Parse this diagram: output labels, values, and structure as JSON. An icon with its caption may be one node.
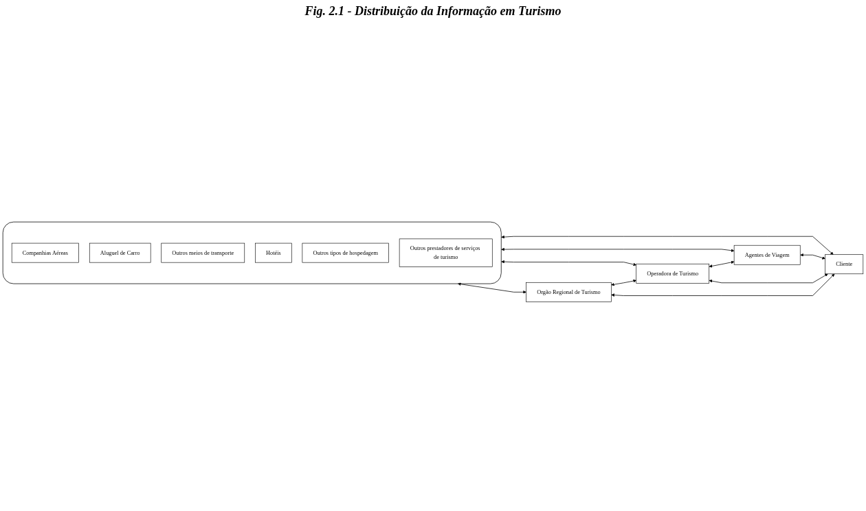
{
  "diagram": {
    "title": "Fig. 2.1 - Distribuição da Informação em Turismo",
    "nodes": [
      {
        "text": [],
        "shape": "bracket"
      },
      {
        "text": [
          "Companhias Aéreas"
        ],
        "in": 0
      },
      {
        "text": [
          "Aluguel de Carro"
        ],
        "in": 0
      },
      {
        "text": [
          "Outros meios de transporte"
        ],
        "in": 0
      },
      {
        "text": [
          "Hotéis"
        ],
        "in": 0
      },
      {
        "text": [
          "Outros tipos de hospedagem"
        ],
        "in": 0
      },
      {
        "text": [
          "Outros prestadores de serviços de turismo"
        ],
        "in": 0
      },
      {
        "text": [
          "Agentes de Viagem"
        ]
      },
      {
        "text": [
          "Operadora de Turismo"
        ]
      },
      {
        "text": [
          "Orgão Regional de Turismo"
        ]
      },
      {
        "text": [
          "Cliente"
        ]
      }
    ],
    "edges": [
      {
        "from": 0,
        "to": 10,
        "arrow": "both"
      },
      {
        "from": 0,
        "to": 7,
        "arrow": "both"
      },
      {
        "from": 7,
        "to": 10,
        "arrow": "both"
      },
      {
        "from": 0,
        "to": 8,
        "arrow": "both"
      },
      {
        "from": 8,
        "to": 7,
        "arrow": "both"
      },
      {
        "from": 8,
        "to": 10,
        "arrow": "both"
      },
      {
        "from": 0,
        "to": 9,
        "arrow": "both"
      },
      {
        "from": 9,
        "to": 8,
        "arrow": "both"
      },
      {
        "from": 9,
        "to": 10,
        "arrow": "both"
      }
    ]
  }
}
